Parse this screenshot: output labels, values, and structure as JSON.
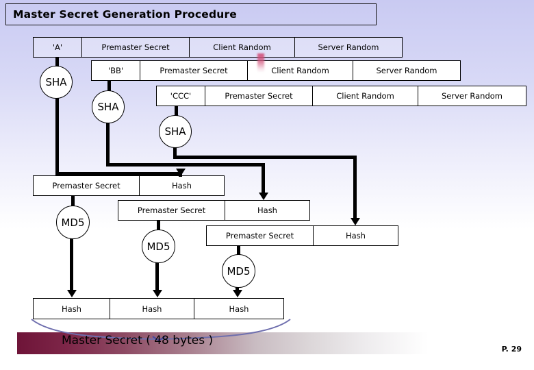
{
  "slide": {
    "title": "Master Secret Generation Procedure",
    "page_number": "P. 29",
    "background_top_color": "#c9caf2",
    "background_bottom_color": "#ffffff"
  },
  "sha_stage": {
    "rows": [
      {
        "label": "row-1",
        "cells": [
          {
            "text": "'A'"
          },
          {
            "text": "Premaster Secret"
          },
          {
            "text": "Client Random"
          },
          {
            "text": "Server Random"
          }
        ]
      },
      {
        "label": "row-2",
        "cells": [
          {
            "text": "'BB'"
          },
          {
            "text": "Premaster Secret"
          },
          {
            "text": "Client Random"
          },
          {
            "text": "Server Random"
          }
        ]
      },
      {
        "label": "row-3",
        "cells": [
          {
            "text": "'CCC'"
          },
          {
            "text": "Premaster Secret"
          },
          {
            "text": "Client Random"
          },
          {
            "text": "Server Random"
          }
        ]
      }
    ],
    "hash_functions": [
      {
        "name": "SHA"
      },
      {
        "name": "SHA"
      },
      {
        "name": "SHA"
      }
    ]
  },
  "md5_stage": {
    "rows": [
      {
        "label": "md5-row-1",
        "cells": [
          {
            "text": "Premaster Secret"
          },
          {
            "text": "Hash"
          }
        ]
      },
      {
        "label": "md5-row-2",
        "cells": [
          {
            "text": "Premaster Secret"
          },
          {
            "text": "Hash"
          }
        ]
      },
      {
        "label": "md5-row-3",
        "cells": [
          {
            "text": "Premaster Secret"
          },
          {
            "text": "Hash"
          }
        ]
      }
    ],
    "hash_functions": [
      {
        "name": "MD5"
      },
      {
        "name": "MD5"
      },
      {
        "name": "MD5"
      }
    ]
  },
  "output_stage": {
    "cells": [
      {
        "text": "Hash"
      },
      {
        "text": "Hash"
      },
      {
        "text": "Hash"
      }
    ],
    "result_label": "Master Secret ( 48 bytes )",
    "banner_start_color": "#6e1438",
    "banner_end_color": "#ffffff",
    "brace_color": "#6f6fae"
  }
}
